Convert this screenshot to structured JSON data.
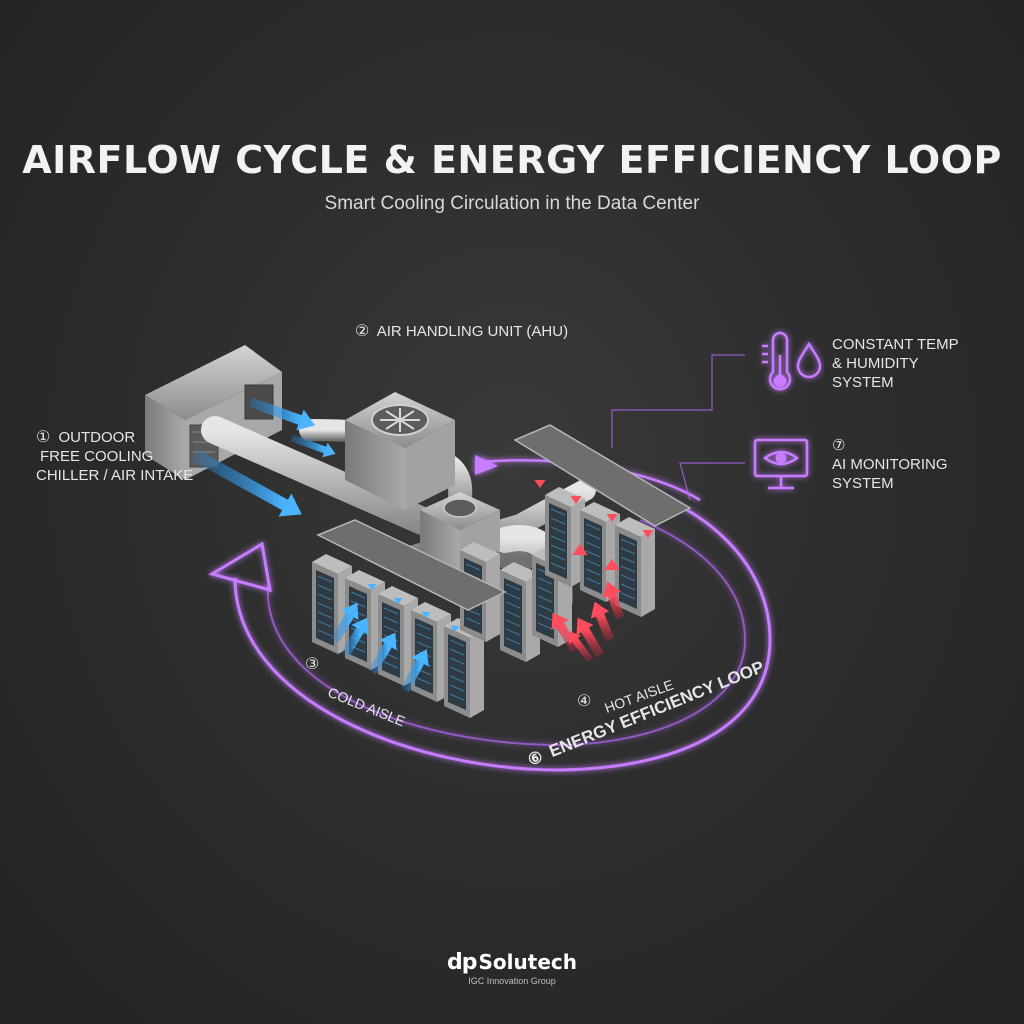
{
  "title": "AIRFLOW CYCLE & ENERGY EFFICIENCY LOOP",
  "subtitle": "Smart Cooling Circulation in the Data Center",
  "labels": {
    "outdoor": {
      "num": "①",
      "lines": [
        "OUTDOOR",
        "FREE COOLING",
        "CHILLER / AIR INTAKE"
      ]
    },
    "ahu": {
      "num": "②",
      "text": "AIR HANDLING UNIT (AHU)"
    },
    "cold_aisle": {
      "num": "③",
      "text": "COLD AISLE"
    },
    "hot_aisle": {
      "num": "④",
      "text": "HOT AISLE"
    },
    "energy_loop": {
      "num": "⑥",
      "text": "ENERGY EFFICIENCY LOOP"
    },
    "constant_temp": {
      "lines": [
        "CONSTANT TEMP",
        "& HUMIDITY",
        "SYSTEM"
      ]
    },
    "ai_monitoring": {
      "num": "⑦",
      "lines": [
        "AI MONITORING",
        "SYSTEM"
      ]
    }
  },
  "logo": {
    "mark": "dp",
    "name": "Solutech",
    "tagline": "IGC Innovation Group"
  },
  "icons": [
    "thermometer-icon",
    "water-drop-icon",
    "monitor-eye-icon",
    "fan-icon",
    "server-rack-icon",
    "cool-air-arrow-icon",
    "hot-air-arrow-icon",
    "loop-arrow-icon"
  ],
  "colors": {
    "background": "#2b2b2b",
    "cool_air": "#3da9f0",
    "hot_air": "#e0384a",
    "loop": "#c77dff",
    "equipment": "#9a9a9a"
  }
}
